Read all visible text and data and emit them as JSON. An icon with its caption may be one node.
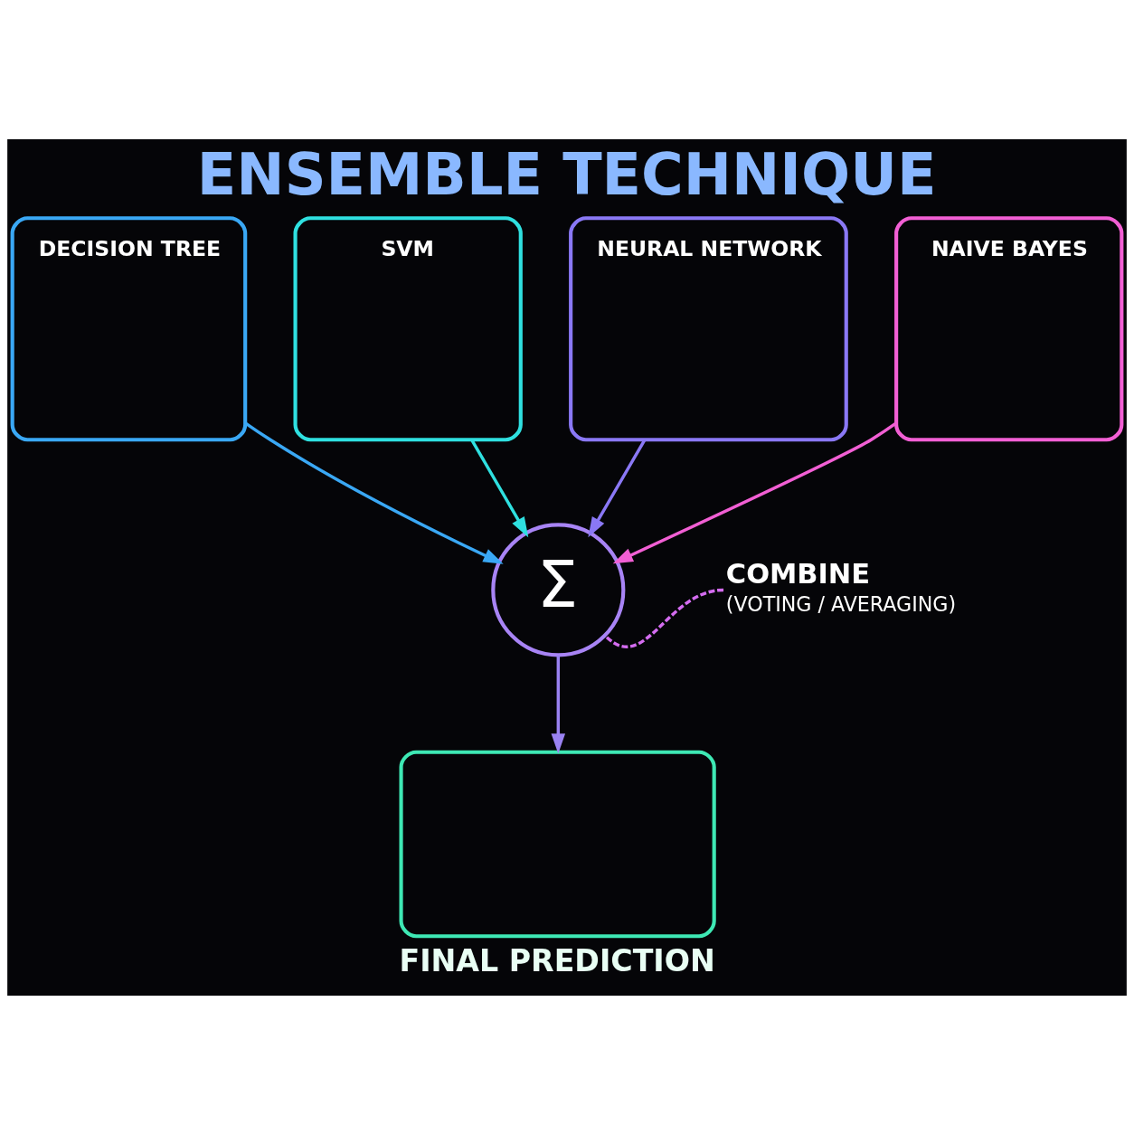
{
  "diagram": {
    "title": "ENSEMBLE TECHNIQUE",
    "nodes": [
      {
        "text": [
          "DECISION TREE"
        ]
      },
      {
        "text": [
          "SVM"
        ]
      },
      {
        "text": [
          "NEURAL NETWORK"
        ]
      },
      {
        "text": [
          "NAIVE BAYES"
        ]
      },
      {
        "text": [
          "Σ"
        ]
      },
      {
        "text": [
          "FINAL PREDICTION"
        ]
      },
      {
        "text": [
          "COMBINE",
          "(VOTING / AVERAGING)"
        ]
      }
    ],
    "edges": [
      {
        "from": 0,
        "to": 4,
        "arrow": "to",
        "color": "#3aa8f5"
      },
      {
        "from": 1,
        "to": 4,
        "arrow": "to",
        "color": "#2fe0e0"
      },
      {
        "from": 2,
        "to": 4,
        "arrow": "to",
        "color": "#8a78f5"
      },
      {
        "from": 3,
        "to": 4,
        "arrow": "to",
        "color": "#f25fd4"
      },
      {
        "from": 4,
        "to": 5,
        "arrow": "to",
        "color": "#9a82f2"
      },
      {
        "from": 6,
        "to": 4,
        "arrow": "none",
        "style": "dashed",
        "color": "#d46cf0"
      }
    ]
  }
}
